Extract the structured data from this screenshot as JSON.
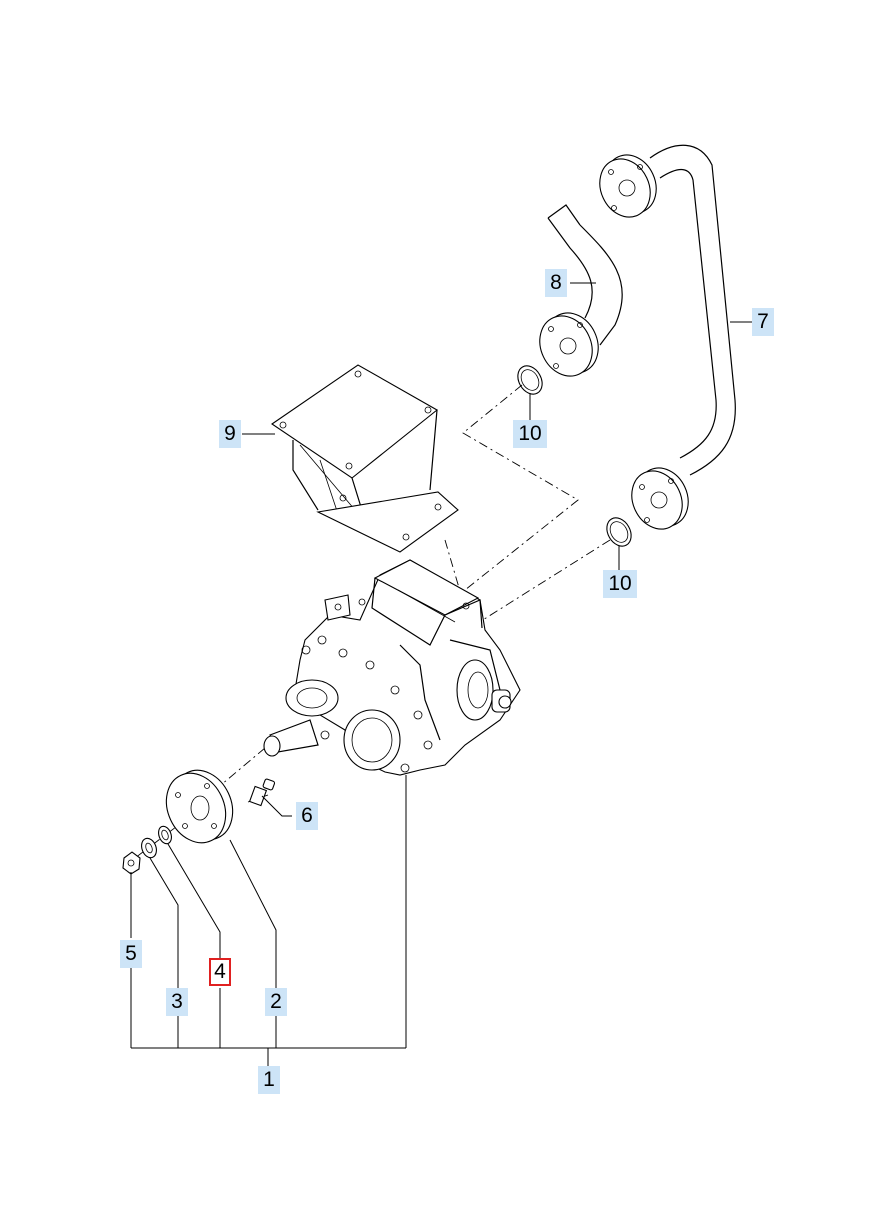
{
  "callouts": [
    {
      "id": "c7",
      "label": "7"
    },
    {
      "id": "c8",
      "label": "8"
    },
    {
      "id": "c9",
      "label": "9"
    },
    {
      "id": "c10a",
      "label": "10"
    },
    {
      "id": "c10b",
      "label": "10"
    },
    {
      "id": "c6",
      "label": "6"
    },
    {
      "id": "c5",
      "label": "5"
    },
    {
      "id": "c4",
      "label": "4",
      "selected": true
    },
    {
      "id": "c3",
      "label": "3"
    },
    {
      "id": "c2",
      "label": "2"
    },
    {
      "id": "c1",
      "label": "1"
    }
  ],
  "colors": {
    "callout_bg": "#cde4f7",
    "selected_outline": "#e02020"
  }
}
